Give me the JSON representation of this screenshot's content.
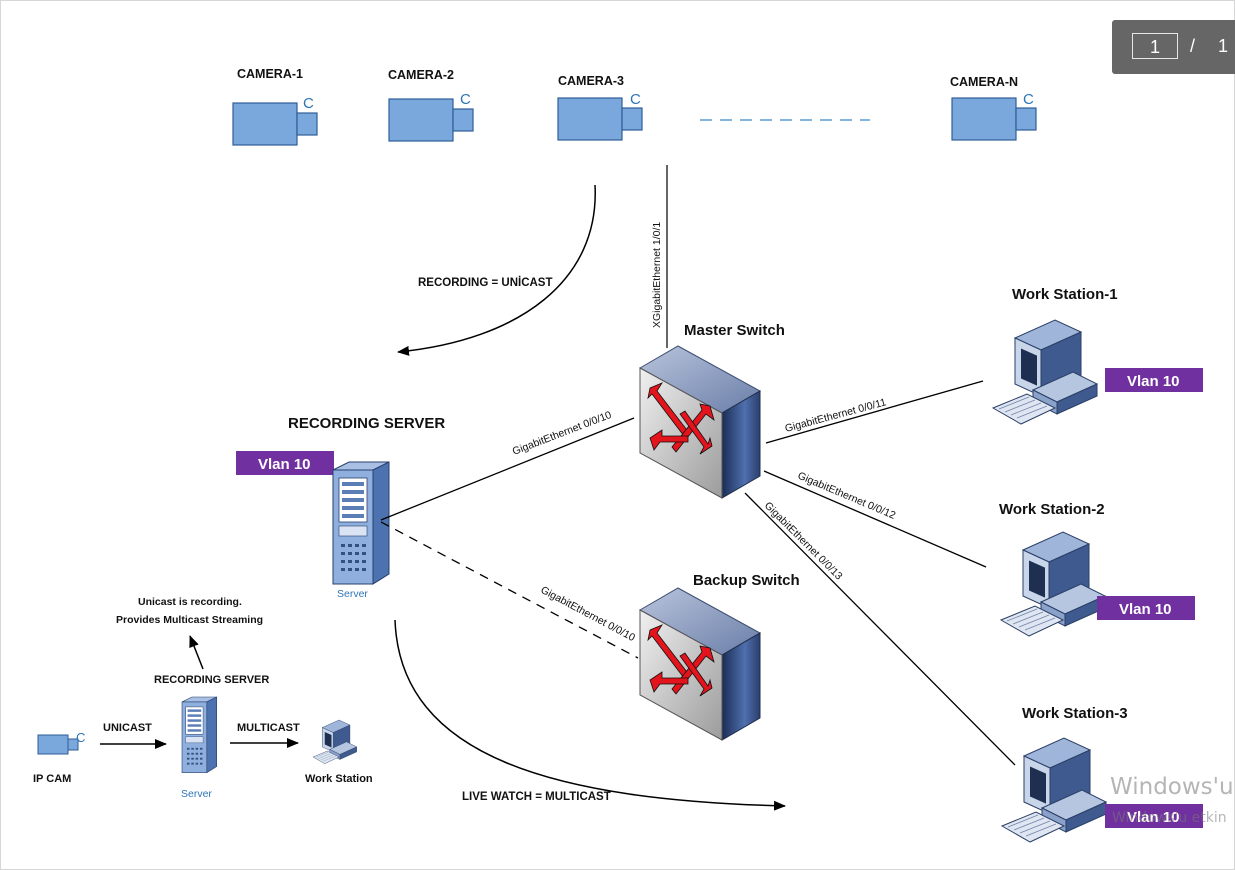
{
  "cameras": [
    {
      "label": "CAMERA-1",
      "badge": "C"
    },
    {
      "label": "CAMERA-2",
      "badge": "C"
    },
    {
      "label": "CAMERA-3",
      "badge": "C"
    },
    {
      "label": "CAMERA-N",
      "badge": "C"
    }
  ],
  "links": {
    "uplink": "XGigabitEthernet 1/0/1",
    "server_master": "GigabitEthernet 0/0/10",
    "server_backup": "GigabitEthernet 0/0/10",
    "ws1": "GigabitEthernet 0/0/11",
    "ws2": "GigabitEthernet 0/0/12",
    "ws3": "GigabitEthernet 0/0/13"
  },
  "flows": {
    "recording": "RECORDING = UNİCAST",
    "live": "LIVE WATCH = MULTICAST"
  },
  "devices": {
    "master_switch": "Master Switch",
    "backup_switch": "Backup Switch",
    "recording_server": "RECORDING SERVER",
    "server_caption": "Server",
    "workstations": [
      "Work Station-1",
      "Work Station-2",
      "Work Station-3"
    ]
  },
  "vlan": "Vlan 10",
  "legend": {
    "note_line1": "Unicast is recording.",
    "note_line2": "Provides Multicast Streaming",
    "server_label": "RECORDING SERVER",
    "server_caption": "Server",
    "cam_badge": "C",
    "ip_cam": "IP CAM",
    "unicast": "UNICAST",
    "multicast": "MULTICAST",
    "workstation": "Work Station"
  },
  "pager": {
    "current": "1",
    "separator": "/",
    "total": "1"
  },
  "watermark": {
    "line1": "Windows'u",
    "line2": "Windows'u etkin"
  },
  "colors": {
    "device_blue": "#7aa7dc",
    "vlan_purple": "#7030a0",
    "camera_badge": "#2e75b6",
    "pager_bg": "#666666"
  }
}
